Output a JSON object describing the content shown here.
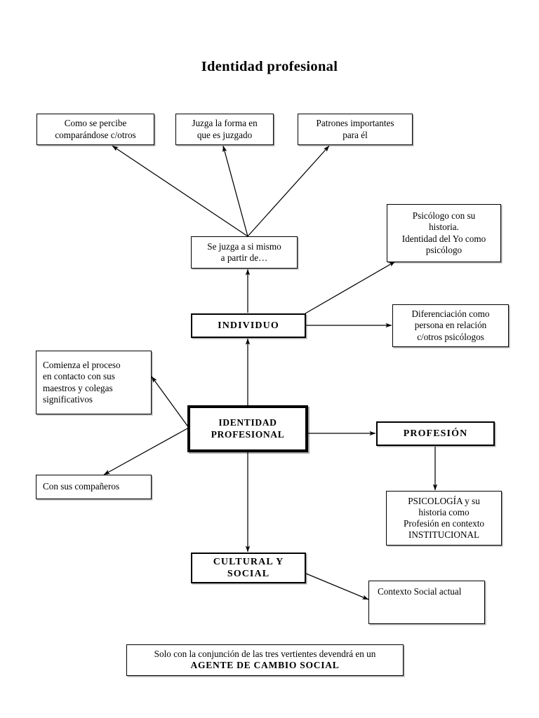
{
  "title": "Identidad profesional",
  "diagram": {
    "type": "concept-map",
    "nodes": [
      {
        "id": "como-se-percibe",
        "label": "Como se percibe\ncomparándose c/otros",
        "style": "plain"
      },
      {
        "id": "juzga-la-forma",
        "label": "Juzga la forma en\nque es juzgado",
        "style": "plain"
      },
      {
        "id": "patrones-importantes",
        "label": "Patrones importantes\npara él",
        "style": "plain"
      },
      {
        "id": "se-juzga-a-si-mismo",
        "label": "Se juzga a si mismo\na partir de…",
        "style": "plain"
      },
      {
        "id": "psicologo-con-su-historia",
        "label": "Psicólogo con su\nhistoria.\nIdentidad del Yo como\npsicólogo",
        "style": "plain"
      },
      {
        "id": "individuo",
        "label": "INDIVIDUO",
        "style": "strong"
      },
      {
        "id": "diferenciacion",
        "label": "Diferenciación como\npersona en relación\nc/otros psicólogos",
        "style": "plain"
      },
      {
        "id": "comienza-el-proceso",
        "label": "Comienza el proceso\nen contacto con sus\nmaestros y colegas\nsignificativos",
        "style": "plain-left"
      },
      {
        "id": "identidad-profesional",
        "label": "IDENTIDAD\nPROFESIONAL",
        "style": "hub"
      },
      {
        "id": "con-sus-companeros",
        "label": "Con sus compañeros",
        "style": "plain-left"
      },
      {
        "id": "profesion",
        "label": "PROFESIÓN",
        "style": "strong"
      },
      {
        "id": "psicologia-y-su-historia",
        "label": "PSICOLOGÍA y su\nhistoria como\nProfesión en contexto\nINSTITUCIONAL",
        "style": "plain"
      },
      {
        "id": "cultural-y-social",
        "label": "CULTURAL Y\nSOCIAL",
        "style": "strong"
      },
      {
        "id": "contexto-social-actual",
        "label": "Contexto Social actual",
        "style": "plain-top"
      },
      {
        "id": "agente-de-cambio",
        "label_line1": "Solo con la conjunción de las tres vertientes devendrá en un",
        "label_line2": "AGENTE DE CAMBIO SOCIAL",
        "style": "caption"
      }
    ],
    "edges": [
      {
        "from": "se-juzga-a-si-mismo",
        "to": "como-se-percibe",
        "arrow": true
      },
      {
        "from": "se-juzga-a-si-mismo",
        "to": "juzga-la-forma",
        "arrow": true
      },
      {
        "from": "se-juzga-a-si-mismo",
        "to": "patrones-importantes",
        "arrow": true
      },
      {
        "from": "individuo",
        "to": "se-juzga-a-si-mismo",
        "arrow": true
      },
      {
        "from": "individuo",
        "to": "psicologo-con-su-historia",
        "arrow": true
      },
      {
        "from": "individuo",
        "to": "diferenciacion",
        "arrow": true
      },
      {
        "from": "identidad-profesional",
        "to": "individuo",
        "arrow": true
      },
      {
        "from": "identidad-profesional",
        "to": "comienza-el-proceso",
        "arrow": true
      },
      {
        "from": "identidad-profesional",
        "to": "con-sus-companeros",
        "arrow": true
      },
      {
        "from": "identidad-profesional",
        "to": "profesion",
        "arrow": true
      },
      {
        "from": "identidad-profesional",
        "to": "cultural-y-social",
        "arrow": true
      },
      {
        "from": "profesion",
        "to": "psicologia-y-su-historia",
        "arrow": true
      },
      {
        "from": "cultural-y-social",
        "to": "contexto-social-actual",
        "arrow": true
      }
    ],
    "colors": {
      "line": "#000000",
      "box_border": "#000000",
      "background": "#ffffff",
      "text": "#000000"
    }
  }
}
